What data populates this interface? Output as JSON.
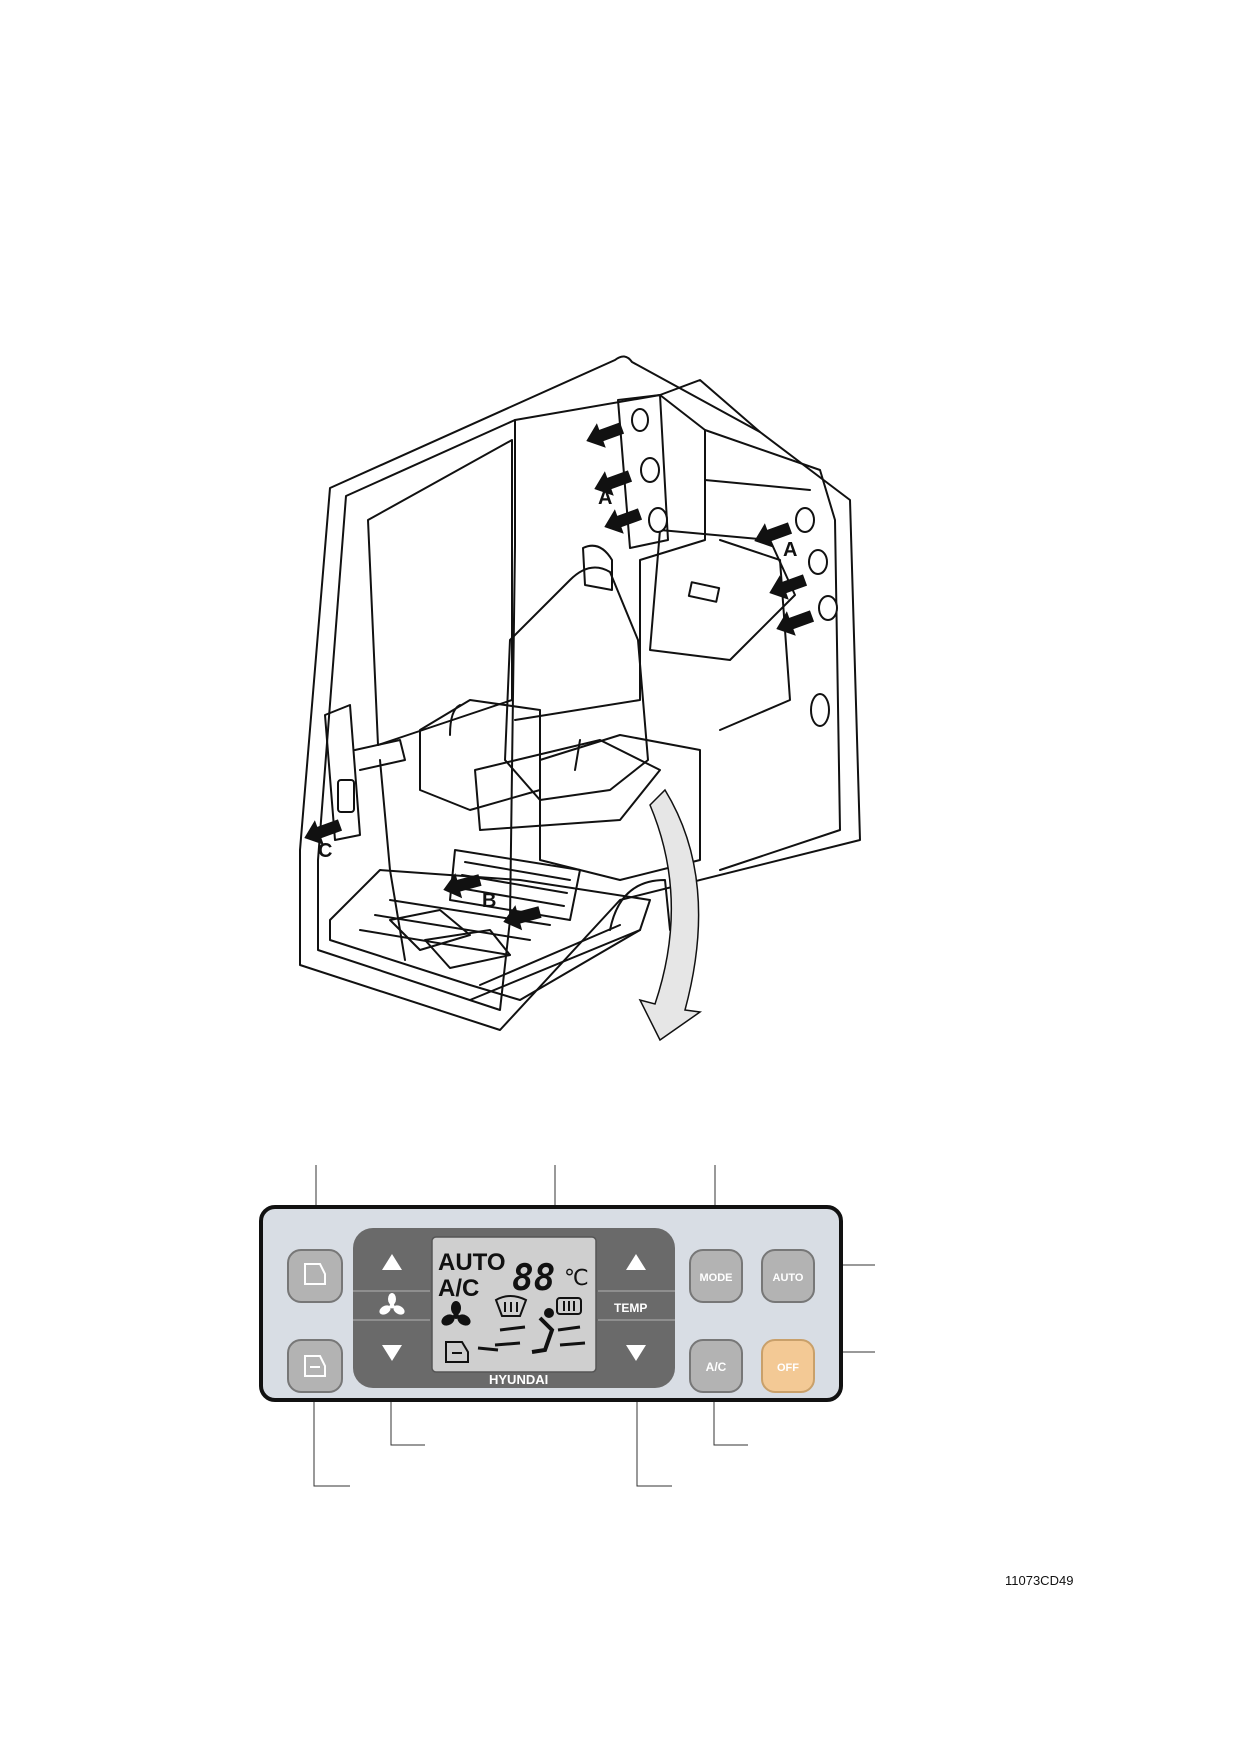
{
  "cab": {
    "labels": {
      "a_top": "A",
      "a_right": "A",
      "b": "B",
      "c": "C"
    }
  },
  "panel": {
    "lcd": {
      "auto": "AUTO",
      "ac": "A/C",
      "temp_digits": "88",
      "unit": "℃"
    },
    "temp_label": "TEMP",
    "brand": "HYUNDAI",
    "buttons": {
      "mode": "MODE",
      "auto": "AUTO",
      "ac": "A/C",
      "off": "OFF"
    },
    "colors": {
      "body": "#d8dde4",
      "dark": "#6a6a6a",
      "lcd": "#cfcfcf",
      "button": "#b3b3b3",
      "off": "#f3c995"
    },
    "icons": [
      "fresh-air-icon",
      "recirculation-icon",
      "fan-icon",
      "fan-up-icon",
      "fan-down-icon",
      "temp-up-icon",
      "temp-down-icon",
      "defrost-front-icon",
      "defrost-rear-icon",
      "vent-mode-icon"
    ]
  },
  "figure_id": "11073CD49"
}
